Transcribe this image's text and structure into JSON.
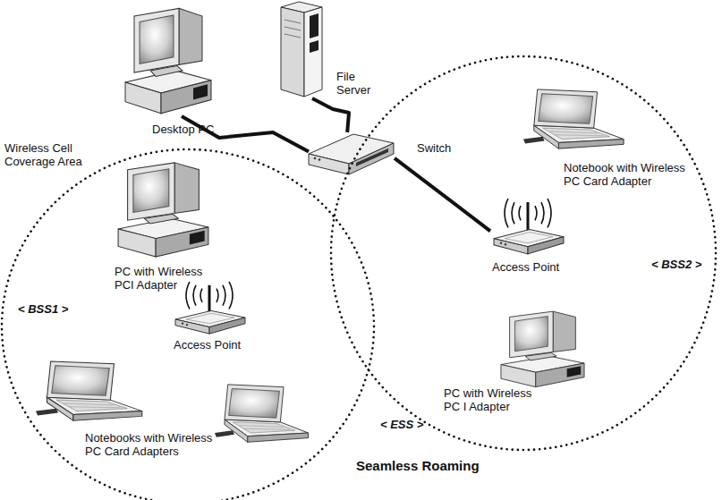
{
  "diagram": {
    "nodes": [
      {
        "text": [
          "Desktop PC"
        ]
      },
      {
        "text": [
          "File Server"
        ]
      },
      {
        "text": [
          "Switch"
        ]
      },
      {
        "text": [
          "< BSS1 >"
        ]
      },
      {
        "text": [
          "PC with Wireless PCI Adapter"
        ],
        "in": 3
      },
      {
        "text": [
          "Access Point"
        ],
        "in": 3
      },
      {
        "text": [
          "Notebooks with Wireless PC Card Adapters"
        ],
        "in": 3
      },
      {
        "text": [
          "< BSS2 >"
        ]
      },
      {
        "text": [
          "Notebook with Wireless PC Card Adapter"
        ],
        "in": 7
      },
      {
        "text": [
          "Access Point"
        ],
        "in": 7
      },
      {
        "text": [
          "PC with Wireless PC I Adapter"
        ],
        "in": 7
      }
    ],
    "edges": [
      {
        "from": 0,
        "to": 2,
        "arrow": "none"
      },
      {
        "from": 1,
        "to": 2,
        "arrow": "none"
      },
      {
        "from": 2,
        "to": 9,
        "arrow": "none"
      }
    ],
    "labels": [
      "Wireless Cell Coverage Area",
      "< ESS >",
      "Seamless Roaming"
    ]
  }
}
